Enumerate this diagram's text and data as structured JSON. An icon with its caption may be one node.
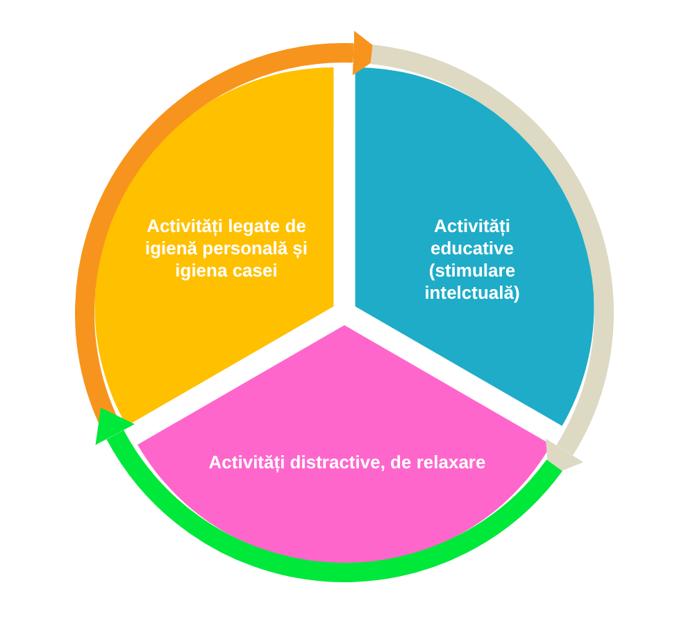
{
  "diagram": {
    "nodes": [
      {
        "text": [
          "Activități legate de igienă personală și igiena casei"
        ]
      },
      {
        "text": [
          "Activități educative (stimulare intelctuală)"
        ]
      },
      {
        "text": [
          "Activități distractive, de relaxare"
        ]
      }
    ],
    "edges": [
      {
        "from": 0,
        "to": 1,
        "arrow": "to",
        "color": "#f7941d"
      },
      {
        "from": 1,
        "to": 2,
        "arrow": "to",
        "color": "#ddd9c3"
      },
      {
        "from": 2,
        "to": 0,
        "arrow": "to",
        "color": "#00e83a"
      }
    ]
  }
}
